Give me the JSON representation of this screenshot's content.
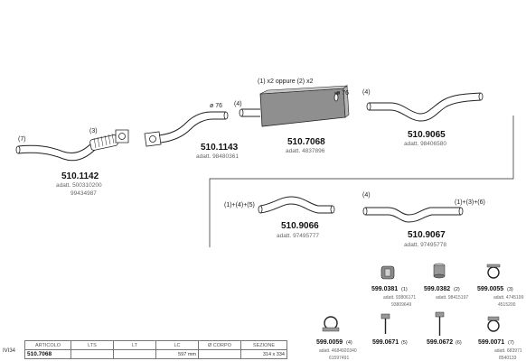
{
  "accent_color": "#999999",
  "parts": {
    "p7": "(7)",
    "p3": "(3)",
    "p4a": "(4)",
    "p4b": "(4)",
    "p4c": "(4)",
    "p1or2": "(1) x2 oppure (2) x2",
    "p145": "(1)+(4)+(5)",
    "p136": "(1)+(3)+(6)",
    "d76a": "ø 76",
    "d76b": "ø 76"
  },
  "items": {
    "i5101142": {
      "code": "510.1142",
      "ref1": "adatt. 500310200",
      "ref2": "99434987"
    },
    "i5101143": {
      "code": "510.1143",
      "ref1": "adatt. 98480361"
    },
    "i5107068": {
      "code": "510.7068",
      "ref1": "adatt. 4837896"
    },
    "i5109065": {
      "code": "510.9065",
      "ref1": "adatt. 98406580"
    },
    "i5109066": {
      "code": "510.9066",
      "ref1": "adatt. 97495777"
    },
    "i5109067": {
      "code": "510.9067",
      "ref1": "adatt. 97495778"
    }
  },
  "hardware": {
    "h0381": {
      "code": "599.0381",
      "num": "(1)",
      "ref1": "adatt. 93806171",
      "ref2": "93809649"
    },
    "h0382": {
      "code": "599.0382",
      "num": "(2)",
      "ref1": "adatt. 98415197"
    },
    "h0055": {
      "code": "599.0055",
      "num": "(3)",
      "ref1": "adatt. 4745199",
      "ref2": "4515200"
    },
    "h0059": {
      "code": "599.0059",
      "num": "(4)",
      "ref1": "adatt. 4684920340",
      "ref2": "61597491"
    },
    "h0671": {
      "code": "599.0671",
      "num": "(5)"
    },
    "h0672": {
      "code": "599.0672",
      "num": "(6)"
    },
    "h0071": {
      "code": "599.0071",
      "num": "(7)",
      "ref1": "adatt. 683971",
      "ref2": "8540133"
    }
  },
  "table": {
    "side": "IVI34",
    "headers": [
      "ARTICOLO",
      "LTS",
      "LT",
      "LC",
      "Ø CORPO",
      "SEZIONE"
    ],
    "row": [
      "510.7068",
      "",
      "",
      "597 mm",
      "",
      "314 x 334"
    ]
  }
}
